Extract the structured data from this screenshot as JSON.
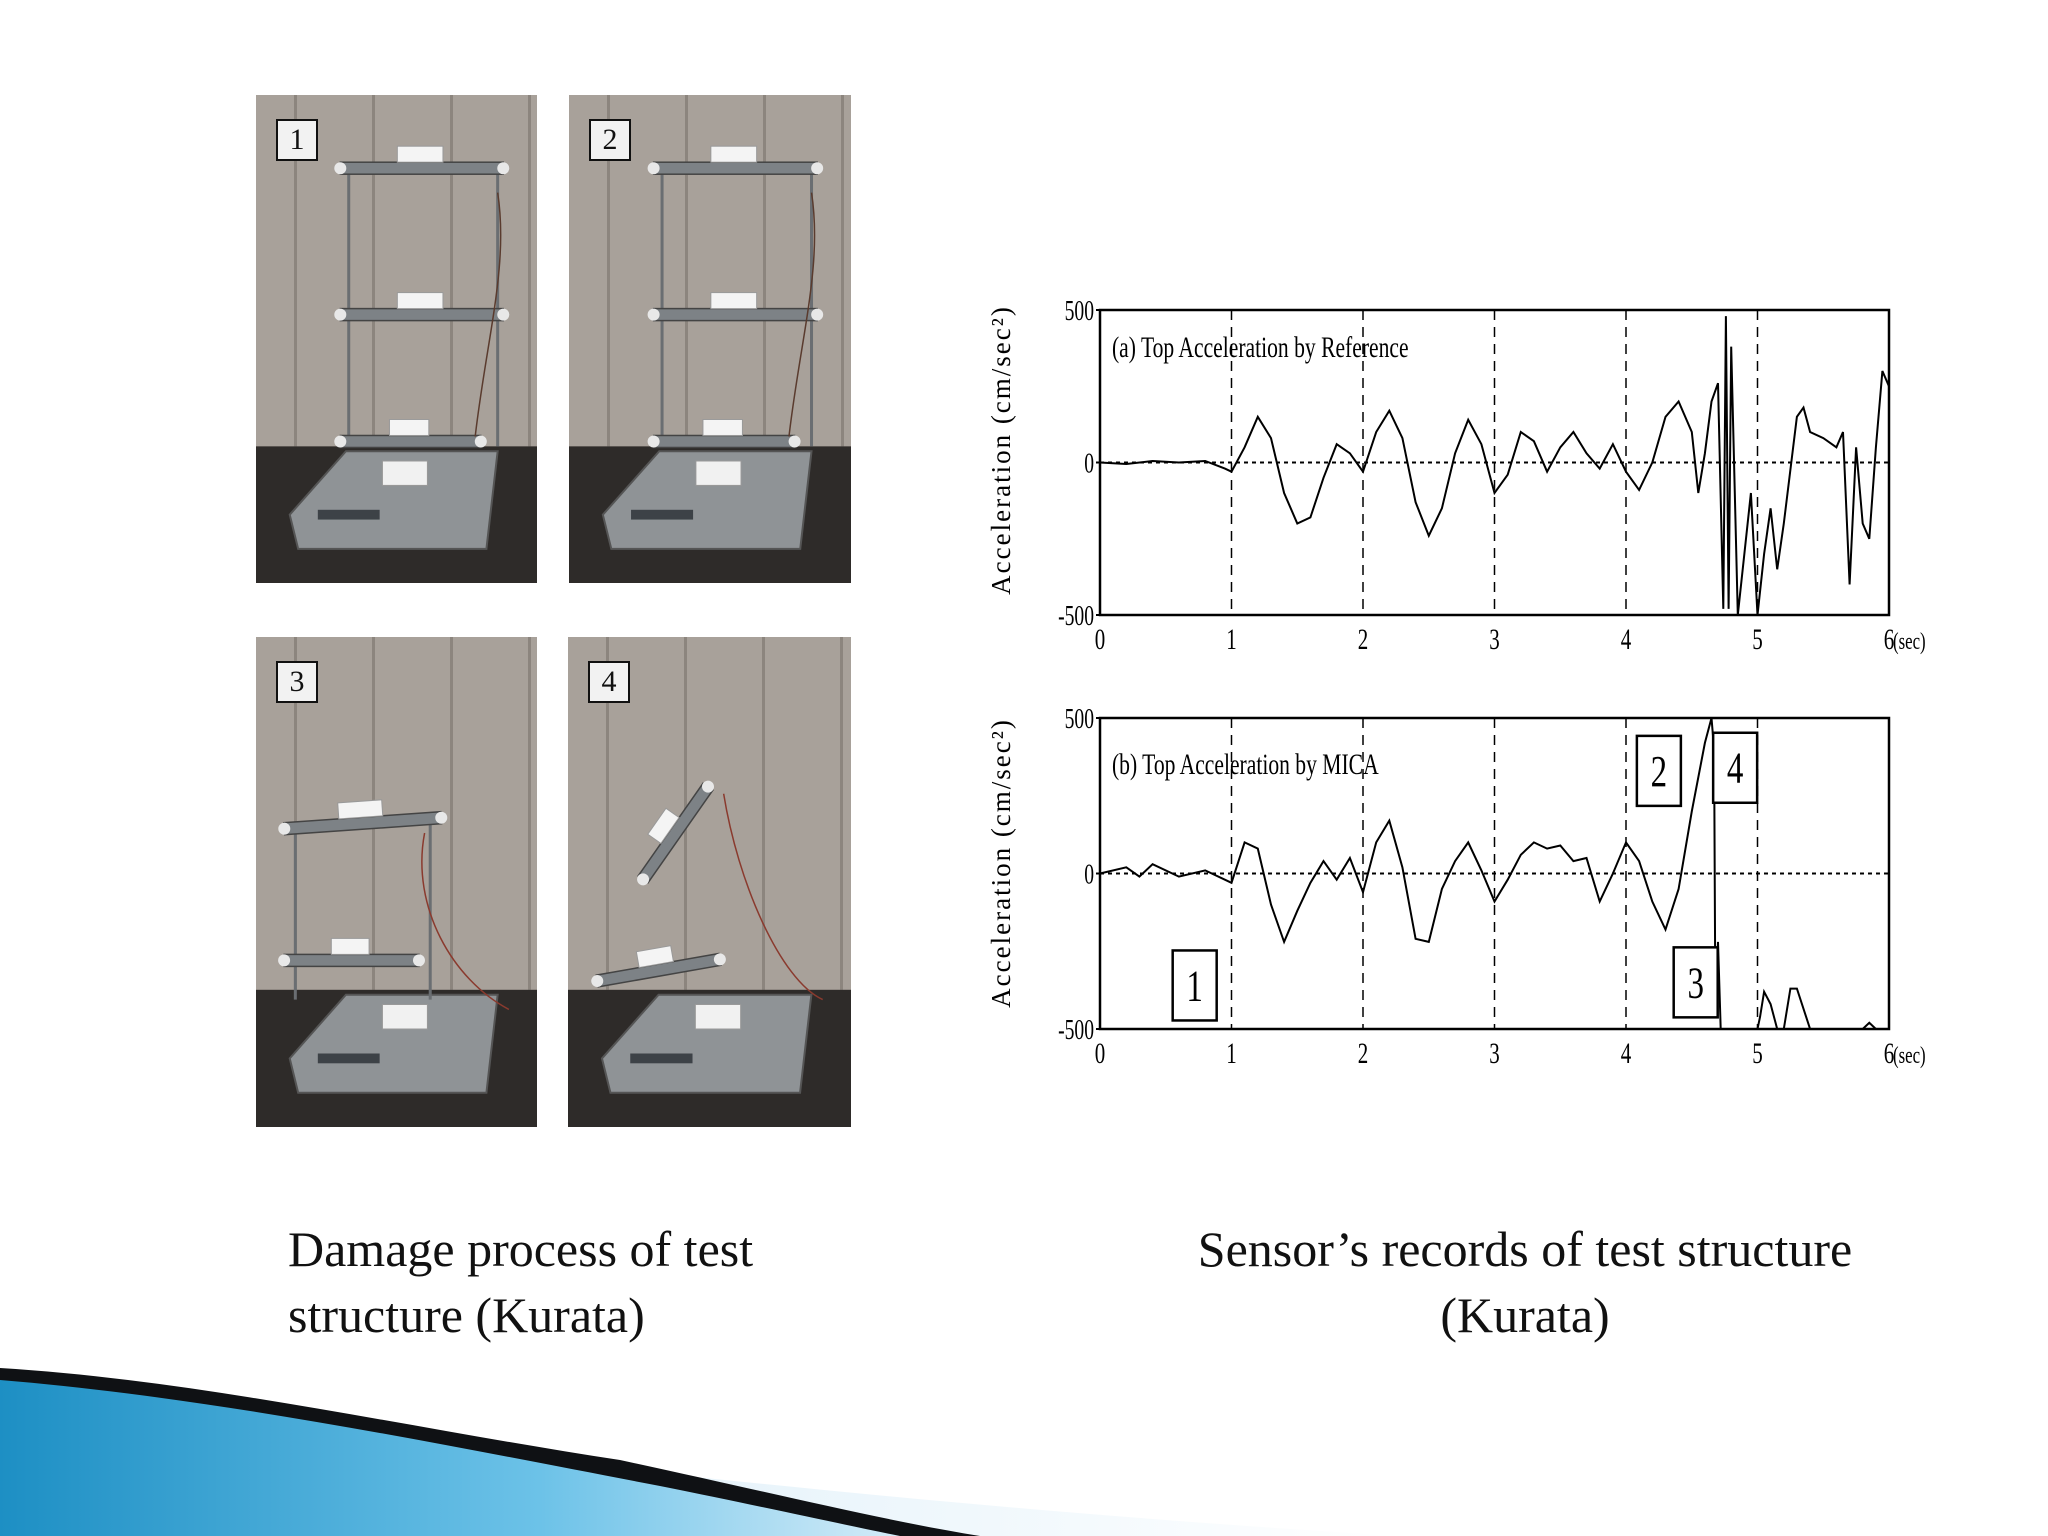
{
  "photos": [
    {
      "label": "1"
    },
    {
      "label": "2"
    },
    {
      "label": "3"
    },
    {
      "label": "4"
    }
  ],
  "captions": {
    "left_line1": "Damage process of test",
    "left_line2": "structure (Kurata)",
    "right_line1": "Sensor’s records of test structure",
    "right_line2": "(Kurata)"
  },
  "chart_data": [
    {
      "type": "line",
      "title": "(a) Top Acceleration by Reference",
      "ylabel": "Acceleration (cm/sec²)",
      "xlabel": "",
      "x_unit": "(sec)",
      "xlim": [
        0,
        6
      ],
      "ylim": [
        -500,
        500
      ],
      "xticks": [
        "0",
        "1",
        "2",
        "3",
        "4",
        "5",
        "6"
      ],
      "yticks": [
        "500",
        "0",
        "-500"
      ],
      "grid": "dashed verticals at 1,2,3,4,5 s; dotted zero line",
      "series": [
        {
          "x": [
            0,
            0.2,
            0.4,
            0.6,
            0.8,
            0.95,
            1.0,
            1.1,
            1.2,
            1.3,
            1.4,
            1.5,
            1.6,
            1.7,
            1.8,
            1.9,
            2.0,
            2.1,
            2.2,
            2.3,
            2.4,
            2.5,
            2.6,
            2.7,
            2.8,
            2.9,
            3.0,
            3.1,
            3.2,
            3.3,
            3.4,
            3.5,
            3.6,
            3.7,
            3.8,
            3.9,
            4.0,
            4.1,
            4.2,
            4.3,
            4.4,
            4.5,
            4.55,
            4.6,
            4.65,
            4.7,
            4.74,
            4.76,
            4.78,
            4.8,
            4.85,
            4.95,
            5.0,
            5.05,
            5.1,
            5.15,
            5.2,
            5.3,
            5.35,
            5.4,
            5.5,
            5.6,
            5.65,
            5.7,
            5.75,
            5.8,
            5.85,
            5.9,
            5.95,
            6.0
          ],
          "y": [
            0,
            -5,
            5,
            0,
            5,
            -20,
            -30,
            50,
            150,
            80,
            -100,
            -200,
            -180,
            -50,
            60,
            30,
            -30,
            100,
            170,
            80,
            -130,
            -240,
            -150,
            30,
            140,
            60,
            -100,
            -40,
            100,
            70,
            -30,
            50,
            100,
            30,
            -20,
            60,
            -30,
            -90,
            0,
            150,
            200,
            100,
            -100,
            30,
            200,
            260,
            -480,
            480,
            -480,
            380,
            -500,
            -100,
            -520,
            -300,
            -150,
            -350,
            -200,
            150,
            180,
            100,
            80,
            50,
            100,
            -400,
            50,
            -200,
            -250,
            50,
            300,
            250
          ]
        }
      ]
    },
    {
      "type": "line",
      "title": "(b) Top Acceleration by MICA",
      "ylabel": "Acceleration (cm/sec²)",
      "xlabel": "",
      "x_unit": "(sec)",
      "xlim": [
        0,
        6
      ],
      "ylim": [
        -500,
        500
      ],
      "xticks": [
        "0",
        "1",
        "2",
        "3",
        "4",
        "5",
        "6"
      ],
      "yticks": [
        "500",
        "0",
        "-500"
      ],
      "grid": "dashed verticals at 1,2,3,4,5 s; dotted zero line",
      "annotations": [
        "1",
        "2",
        "3",
        "4"
      ],
      "series": [
        {
          "x": [
            0,
            0.2,
            0.3,
            0.4,
            0.6,
            0.8,
            1.0,
            1.1,
            1.2,
            1.3,
            1.4,
            1.5,
            1.6,
            1.7,
            1.8,
            1.9,
            2.0,
            2.1,
            2.2,
            2.3,
            2.4,
            2.5,
            2.6,
            2.7,
            2.8,
            2.9,
            3.0,
            3.1,
            3.2,
            3.3,
            3.4,
            3.5,
            3.6,
            3.7,
            3.8,
            3.9,
            4.0,
            4.1,
            4.2,
            4.3,
            4.4,
            4.5,
            4.6,
            4.65,
            4.67,
            4.68,
            4.7,
            4.72,
            4.8,
            4.9,
            5.0,
            5.02,
            5.05,
            5.1,
            5.15,
            5.2,
            5.25,
            5.3,
            5.4,
            5.5,
            5.6,
            5.8,
            5.85,
            5.9,
            6.0
          ],
          "y": [
            0,
            20,
            -10,
            30,
            -10,
            10,
            -30,
            100,
            80,
            -100,
            -220,
            -120,
            -30,
            40,
            -20,
            50,
            -60,
            100,
            170,
            20,
            -210,
            -220,
            -50,
            40,
            100,
            10,
            -90,
            -20,
            60,
            100,
            80,
            90,
            40,
            50,
            -90,
            0,
            100,
            40,
            -90,
            -180,
            -50,
            200,
            420,
            500,
            400,
            -450,
            -220,
            -500,
            -500,
            -500,
            -500,
            -460,
            -380,
            -420,
            -500,
            -500,
            -370,
            -370,
            -500,
            -500,
            -500,
            -500,
            -480,
            -500,
            -500
          ]
        }
      ]
    }
  ]
}
